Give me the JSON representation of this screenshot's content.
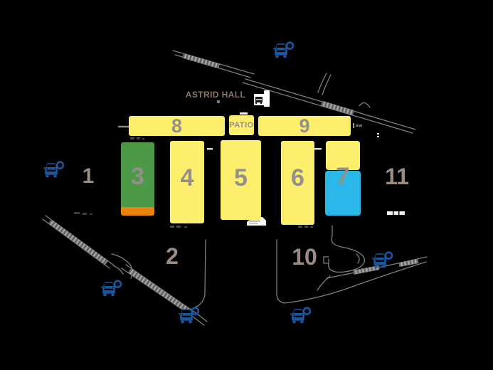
{
  "halls": {
    "hall8": {
      "label": "8"
    },
    "patio": {
      "label": "PATIO"
    },
    "hall9": {
      "label": "9"
    },
    "hall3": {
      "label": "3"
    },
    "hall4": {
      "label": "4"
    },
    "hall5": {
      "label": "5"
    },
    "hall6": {
      "label": "6"
    },
    "hall7": {
      "label": "7"
    }
  },
  "zones": {
    "zone1": {
      "label": "1"
    },
    "zone2": {
      "label": "2"
    },
    "zone10": {
      "label": "10"
    },
    "zone11": {
      "label": "11"
    }
  },
  "landmarks": {
    "astrid_hall": {
      "label": "ASTRID HALL"
    }
  },
  "icons": {
    "car_access": "car-access-icon",
    "station": "station-entrance-icon",
    "car_access_count": 6
  },
  "colors": {
    "background": "#000000",
    "hall_yellow": "#fdee6d",
    "hall_green": "#4d9948",
    "hall_orange": "#e8830f",
    "hall_blue": "#2ab8e8",
    "car_blue": "#1a57a0",
    "road_gray": "#7f7f7f",
    "hall_number_gray": "#93908a",
    "zone_number_taupe": "#9c8b83",
    "astrid_text": "#8c7668"
  }
}
